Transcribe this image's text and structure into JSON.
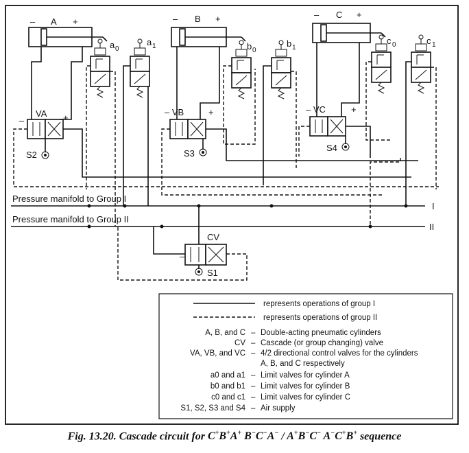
{
  "diagram": {
    "cylinders": [
      {
        "label": "A",
        "minus": "–",
        "plus": "+"
      },
      {
        "label": "B",
        "minus": "–",
        "plus": "+"
      },
      {
        "label": "C",
        "minus": "–",
        "plus": "+"
      }
    ],
    "limit_valves": [
      {
        "letter": "a",
        "sub": "0"
      },
      {
        "letter": "a",
        "sub": "1"
      },
      {
        "letter": "b",
        "sub": "0"
      },
      {
        "letter": "b",
        "sub": "1"
      },
      {
        "letter": "c",
        "sub": "0"
      },
      {
        "letter": "c",
        "sub": "1"
      }
    ],
    "dcv": [
      {
        "label": "VA",
        "minus": "–",
        "plus": "+",
        "supply": "S2"
      },
      {
        "label": "– VB",
        "plus": "+",
        "supply": "S3"
      },
      {
        "label": "– VC",
        "plus": "+",
        "supply": "S4"
      }
    ],
    "cascade_valve": {
      "label": "CV",
      "minus": "–",
      "supply": "S1"
    },
    "manifold_1": "Pressure manifold to Group I",
    "manifold_2": "Pressure manifold to Group II",
    "line_1_label": "I",
    "line_2_label": "II"
  },
  "legend": {
    "line_group1": "represents operations of group I",
    "line_group2": "represents operations of group II",
    "rows": [
      {
        "term": "A, B, and C",
        "dash": "–",
        "desc": "Double-acting pneumatic cylinders"
      },
      {
        "term": "CV",
        "dash": "–",
        "desc": "Cascade (or group changing) valve"
      },
      {
        "term": "VA, VB, and VC",
        "dash": "–",
        "desc": "4/2 directional control valves for the cylinders"
      },
      {
        "term": "",
        "dash": "",
        "desc": "A, B, and C respectively"
      },
      {
        "term": "a0 and a1",
        "dash": "–",
        "desc": "Limit valves for cylinder A"
      },
      {
        "term": "b0 and b1",
        "dash": "–",
        "desc": "Limit valves for cylinder B"
      },
      {
        "term": "c0 and c1",
        "dash": "–",
        "desc": "Limit valves for cylinder C"
      },
      {
        "term": "S1, S2, S3 and S4",
        "dash": "–",
        "desc": "Air supply"
      }
    ]
  },
  "caption": {
    "prefix": "Fig. 13.20. Cascade circuit for ",
    "seq1": [
      [
        "C",
        "+"
      ],
      [
        "B",
        "+"
      ],
      [
        "A",
        "+"
      ],
      [
        " B",
        "−"
      ],
      [
        "C",
        "−"
      ],
      [
        "A",
        "−"
      ]
    ],
    "slash": " / ",
    "seq2": [
      [
        "A",
        "+"
      ],
      [
        "B",
        "−"
      ],
      [
        "C",
        "−"
      ],
      [
        " A",
        "−"
      ],
      [
        "C",
        "+"
      ],
      [
        "B",
        "+"
      ]
    ],
    "suffix": " sequence"
  }
}
